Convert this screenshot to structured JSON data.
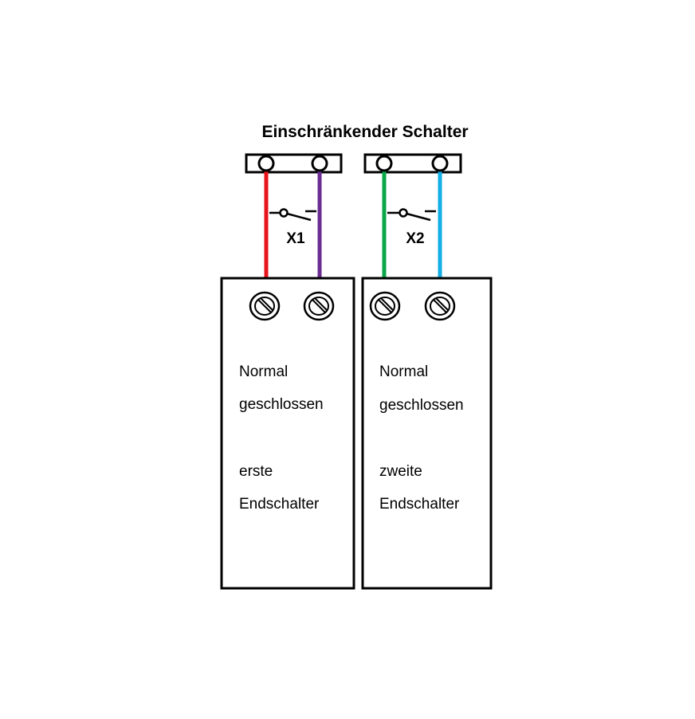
{
  "title": "Einschränkender Schalter",
  "switches": [
    {
      "label": "X1",
      "wire_colors": [
        "#e8141b",
        "#6a2c91"
      ],
      "box_lines": [
        "Normal",
        "geschlossen",
        "erste",
        "Endschalter"
      ]
    },
    {
      "label": "X2",
      "wire_colors": [
        "#0aa64a",
        "#12aee6"
      ],
      "box_lines": [
        "Normal",
        "geschlossen",
        "zweite",
        "Endschalter"
      ]
    }
  ]
}
